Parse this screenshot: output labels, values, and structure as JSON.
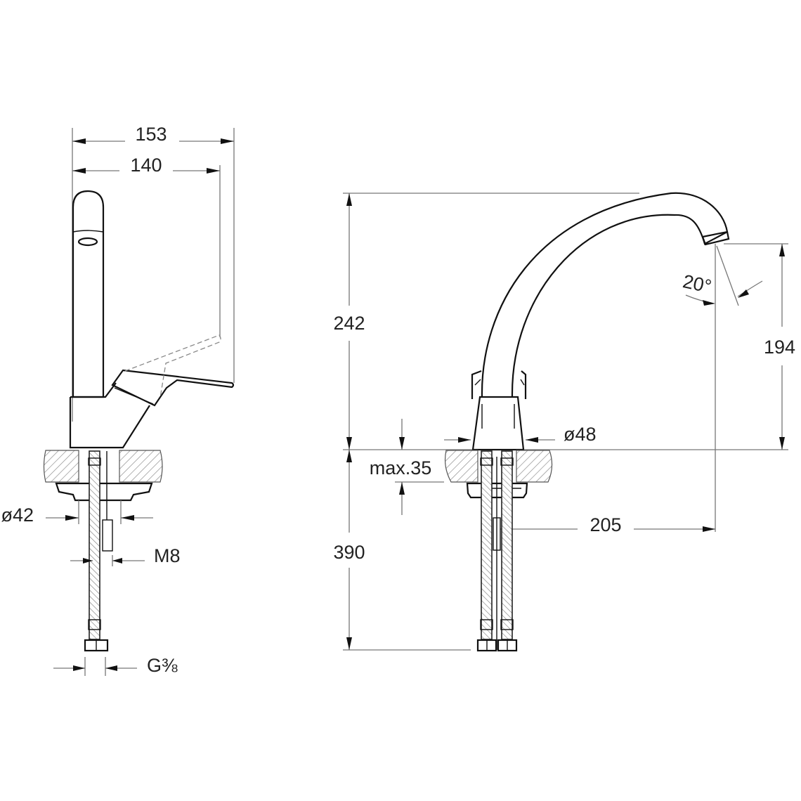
{
  "title": "Kitchen mixer tap technical drawing",
  "side_view": {
    "dim_total_depth": "153",
    "dim_lever_depth": "140",
    "dim_base_diameter": "ø42",
    "dim_rod_thread": "M8",
    "dim_hose_connection": "G⅜"
  },
  "front_view": {
    "dim_total_height": "242",
    "dim_spout_height": "194",
    "dim_swivel_angle": "20°",
    "dim_body_diameter": "ø48",
    "dim_counter_max": "max.35",
    "dim_spout_reach": "205",
    "dim_hose_length": "390"
  }
}
